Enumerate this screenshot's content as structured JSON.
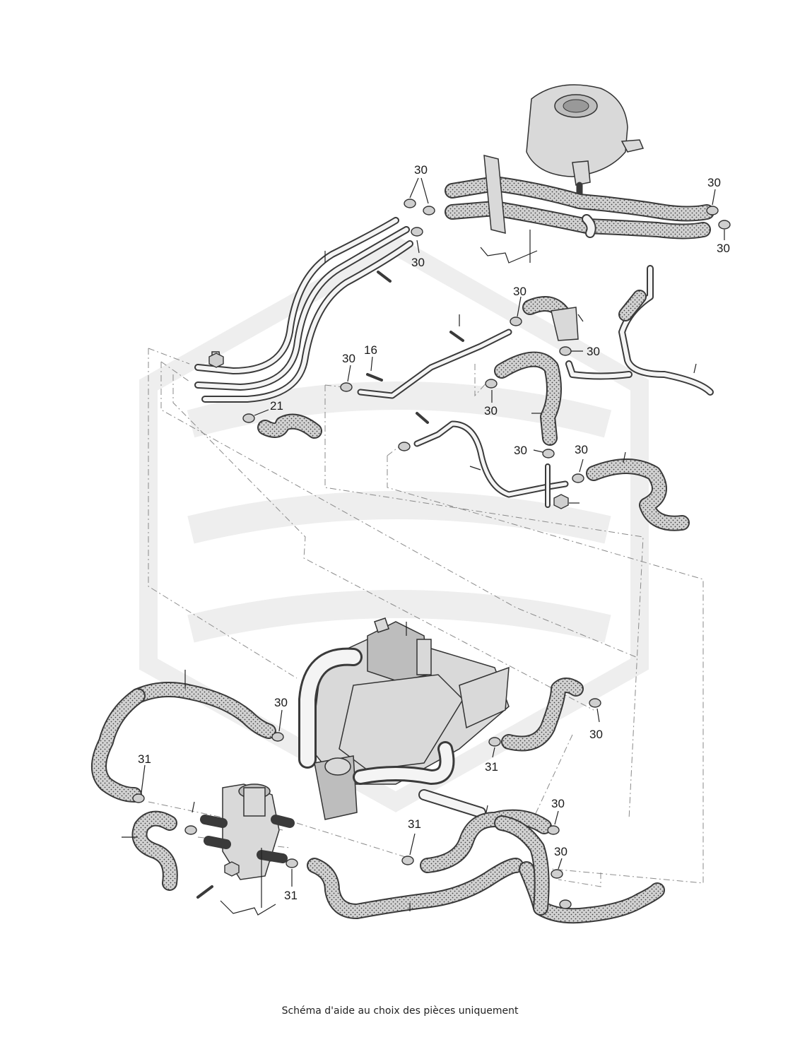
{
  "caption": "Schéma d'aide au choix des pièces uniquement",
  "callouts": {
    "c30_top": "30",
    "c30_tr_up": "30",
    "c30_tr_dn": "30",
    "c30_left_mid": "30",
    "c30_valve": "30",
    "c30_valve_r": "30",
    "c16_clamp": "30",
    "c16": "16",
    "c21": "21",
    "c30_mid": "30",
    "c30_pipe": "30",
    "c30_pipe_r": "30",
    "c30_lower_l": "30",
    "c30_lower_r": "30",
    "c31_pump": "31",
    "c31_left": "31",
    "c31_valve": "31",
    "c31_bottom": "31",
    "c30_br_1": "30",
    "c30_br_2": "30"
  },
  "colors": {
    "line": "#3a3a3a",
    "hose_fill": "#d2d2d2",
    "watermark": "#ececec"
  }
}
